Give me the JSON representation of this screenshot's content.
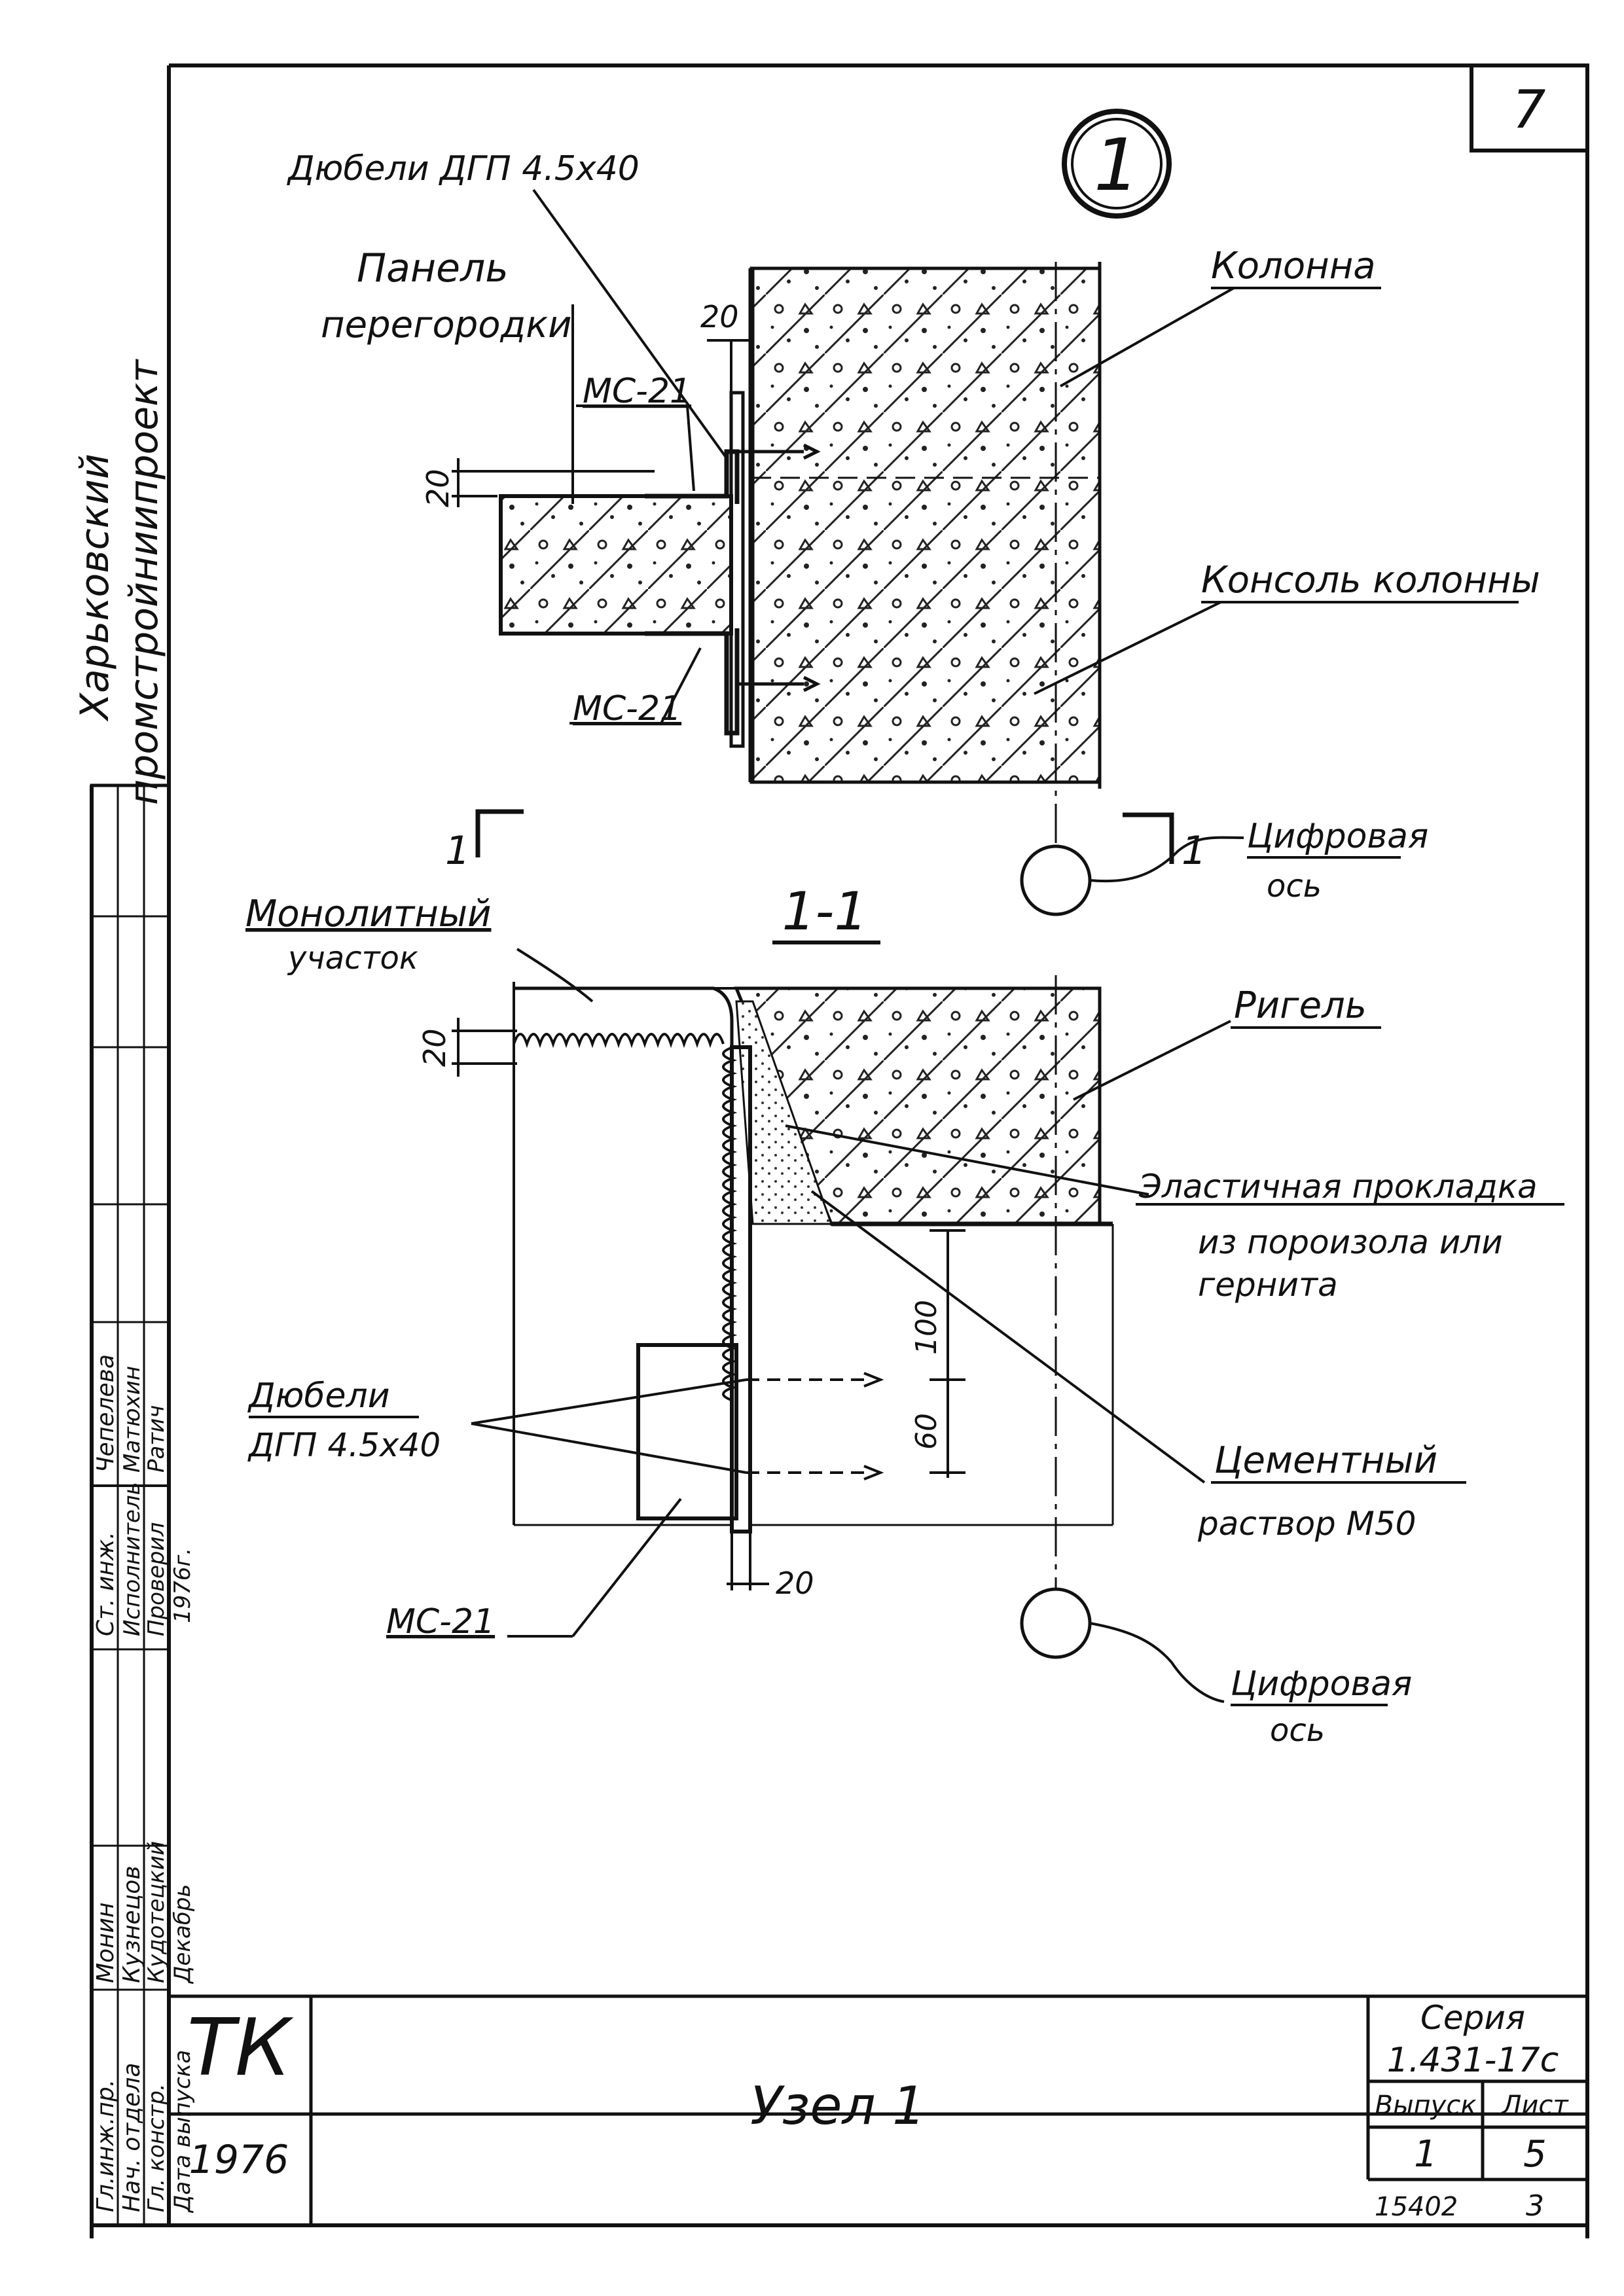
{
  "sheet": {
    "page_number": "7",
    "node_number": "1",
    "section_mark": "1-1",
    "section_left": "1",
    "section_right": "1"
  },
  "side_block": {
    "org_line1": "Харьковский",
    "org_line2": "промстройниипроект"
  },
  "signatures": [
    {
      "role": "Гл.инж.пр.",
      "name": "Монин",
      "sign": "",
      "date": ""
    },
    {
      "role": "Нач. отдела",
      "name": "Кузнецов",
      "sign": "",
      "date": ""
    },
    {
      "role": "Гл. констр.",
      "name": "Кудотецкий",
      "sign": "",
      "date": ""
    },
    {
      "role": "Дата выпуска",
      "name": "Декабрь",
      "sign": "",
      "date": "1976г."
    },
    {
      "role": "Ст. инж.",
      "name": "Чепелева",
      "sign": "",
      "date": ""
    },
    {
      "role": "Исполнитель",
      "name": "Матюхин",
      "sign": "",
      "date": ""
    },
    {
      "role": "Проверил",
      "name": "Ратич",
      "sign": "",
      "date": ""
    }
  ],
  "top_view": {
    "dowel_label": "Дюбели ДГП 4.5х40",
    "panel_label_1": "Панель",
    "panel_label_2": "перегородки",
    "ms21_top": "МС-21",
    "ms21_bottom": "МС-21",
    "column_label": "Колонна",
    "console_label": "Консоль колонны",
    "dim_20_top": "20",
    "dim_20_left": "20",
    "axis_label_1": "Цифровая",
    "axis_label_2": "ось"
  },
  "section_view": {
    "monolith_label_1": "Монолитный",
    "monolith_label_2": "участок",
    "rigel_label": "Ригель",
    "gasket_line1": "Эластичная прокладка",
    "gasket_line2": "из пороизола или",
    "gasket_line3": "гернита",
    "dowel_label_1": "Дюбели",
    "dowel_label_2": "ДГП 4.5х40",
    "cement_label_1": "Цементный",
    "cement_label_2": "раствор М50",
    "ms21_label": "МС-21",
    "dim_20_left": "20",
    "dim_100": "100",
    "dim_60": "60",
    "dim_20_bottom": "20",
    "axis_label_1": "Цифровая",
    "axis_label_2": "ось"
  },
  "title_block": {
    "logo": "ТК",
    "year": "1976",
    "title": "Узел 1",
    "series_label": "Серия",
    "series_value": "1.431-17с",
    "issue_label": "Выпуск",
    "sheet_label": "Лист",
    "issue_value": "1",
    "sheet_value": "5",
    "archive_no": "15402",
    "archive_page": "3"
  }
}
